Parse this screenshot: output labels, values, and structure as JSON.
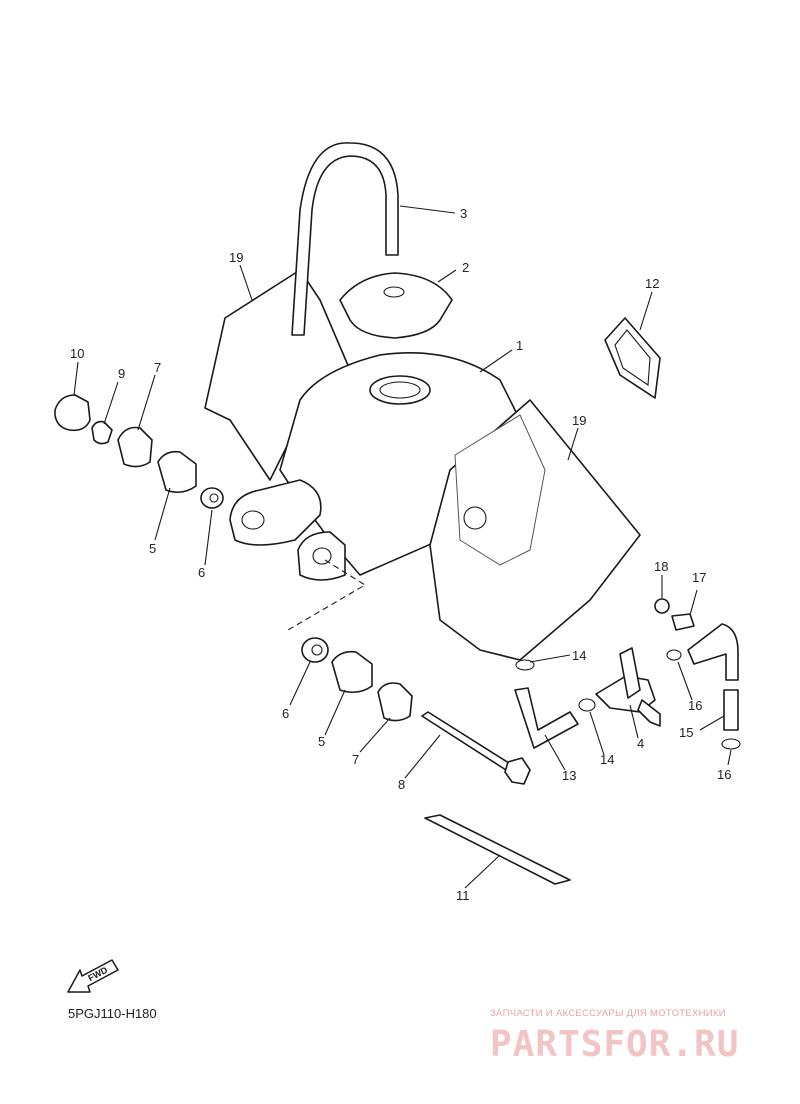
{
  "callouts": {
    "c1": "1",
    "c2": "2",
    "c3": "3",
    "c4": "4",
    "c5a": "5",
    "c5b": "5",
    "c6a": "6",
    "c6b": "6",
    "c7a": "7",
    "c7b": "7",
    "c8": "8",
    "c9": "9",
    "c10": "10",
    "c11": "11",
    "c12": "12",
    "c13": "13",
    "c14a": "14",
    "c14b": "14",
    "c15": "15",
    "c16a": "16",
    "c16b": "16",
    "c17": "17",
    "c18": "18",
    "c19a": "19",
    "c19b": "19"
  },
  "diagram_code": "5PGJ110-H180",
  "fwd_label": "FWD",
  "watermark": {
    "tagline": "ЗАПЧАСТИ И АКСЕССУАРЫ ДЛЯ МОТОТЕХНИКИ",
    "logo": "PARTSFOR.RU"
  },
  "colors": {
    "line": "#1a1a1a",
    "watermark": "#f2c4c4"
  }
}
